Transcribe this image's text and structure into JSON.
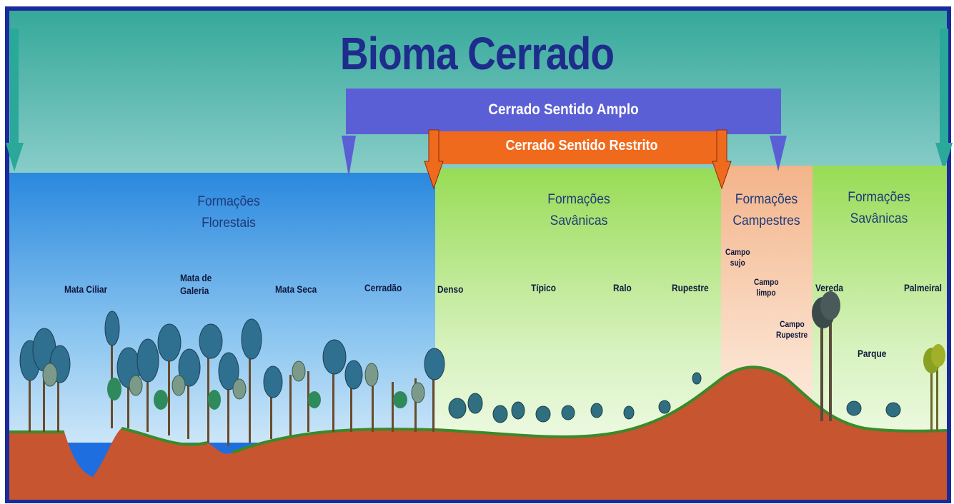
{
  "title": "Bioma Cerrado",
  "bars": {
    "broad": "Cerrado Sentido Amplo",
    "strict": "Cerrado Sentido Restrito"
  },
  "zones": [
    {
      "line1": "Formações",
      "line2": "Florestais"
    },
    {
      "line1": "Formações",
      "line2": "Savânicas"
    },
    {
      "line1": "Formações",
      "line2": "Campestres"
    },
    {
      "line1": "Formações",
      "line2": "Savânicas"
    }
  ],
  "types": {
    "mata_ciliar": "Mata Ciliar",
    "mata_galeria_1": "Mata de",
    "mata_galeria_2": "Galeria",
    "mata_seca": "Mata Seca",
    "cerradao": "Cerradão",
    "denso": "Denso",
    "tipico": "Típico",
    "ralo": "Ralo",
    "rupestre": "Rupestre",
    "campo_sujo_1": "Campo",
    "campo_sujo_2": "sujo",
    "campo_limpo_1": "Campo",
    "campo_limpo_2": "limpo",
    "campo_rupestre_1": "Campo",
    "campo_rupestre_2": "Rupestre",
    "vereda": "Vereda",
    "palmeiral": "Palmeiral",
    "parque": "Parque"
  },
  "colors": {
    "title": "#1e2c8c",
    "broad_bar": "#5b5fd6",
    "strict_bar": "#f06a1e",
    "forest_zone": "#2d8fe0",
    "savanna_zone": "#9de05a",
    "grassland_zone": "#f5b890",
    "soil": "#c65530",
    "frame": "#1b2a9a"
  }
}
